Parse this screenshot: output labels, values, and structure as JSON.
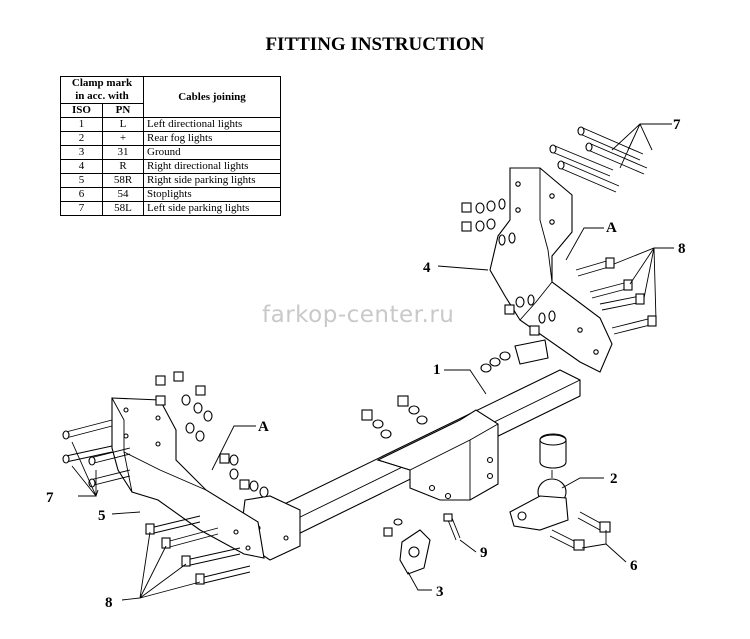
{
  "title": "FITTING INSTRUCTION",
  "watermark": "farkop-center.ru",
  "table": {
    "header_clamp_line1": "Clamp mark",
    "header_clamp_line2": "in acc. with",
    "header_cables": "Cables joining",
    "header_iso": "ISO",
    "header_pn": "PN",
    "rows": [
      {
        "iso": "1",
        "pn": "L",
        "cable": "Left directional lights"
      },
      {
        "iso": "2",
        "pn": "+",
        "cable": "Rear fog lights"
      },
      {
        "iso": "3",
        "pn": "31",
        "cable": "Ground"
      },
      {
        "iso": "4",
        "pn": "R",
        "cable": "Right directional lights"
      },
      {
        "iso": "5",
        "pn": "58R",
        "cable": "Right side parking lights"
      },
      {
        "iso": "6",
        "pn": "54",
        "cable": "Stoplights"
      },
      {
        "iso": "7",
        "pn": "58L",
        "cable": "Left side parking lights"
      }
    ]
  },
  "callouts": {
    "c1": "1",
    "c2": "2",
    "c3": "3",
    "c4": "4",
    "c5": "5",
    "c6": "6",
    "c7_right": "7",
    "c7_left": "7",
    "c8_right": "8",
    "c8_left": "8",
    "c9": "9",
    "a_right": "A",
    "a_left": "A"
  }
}
